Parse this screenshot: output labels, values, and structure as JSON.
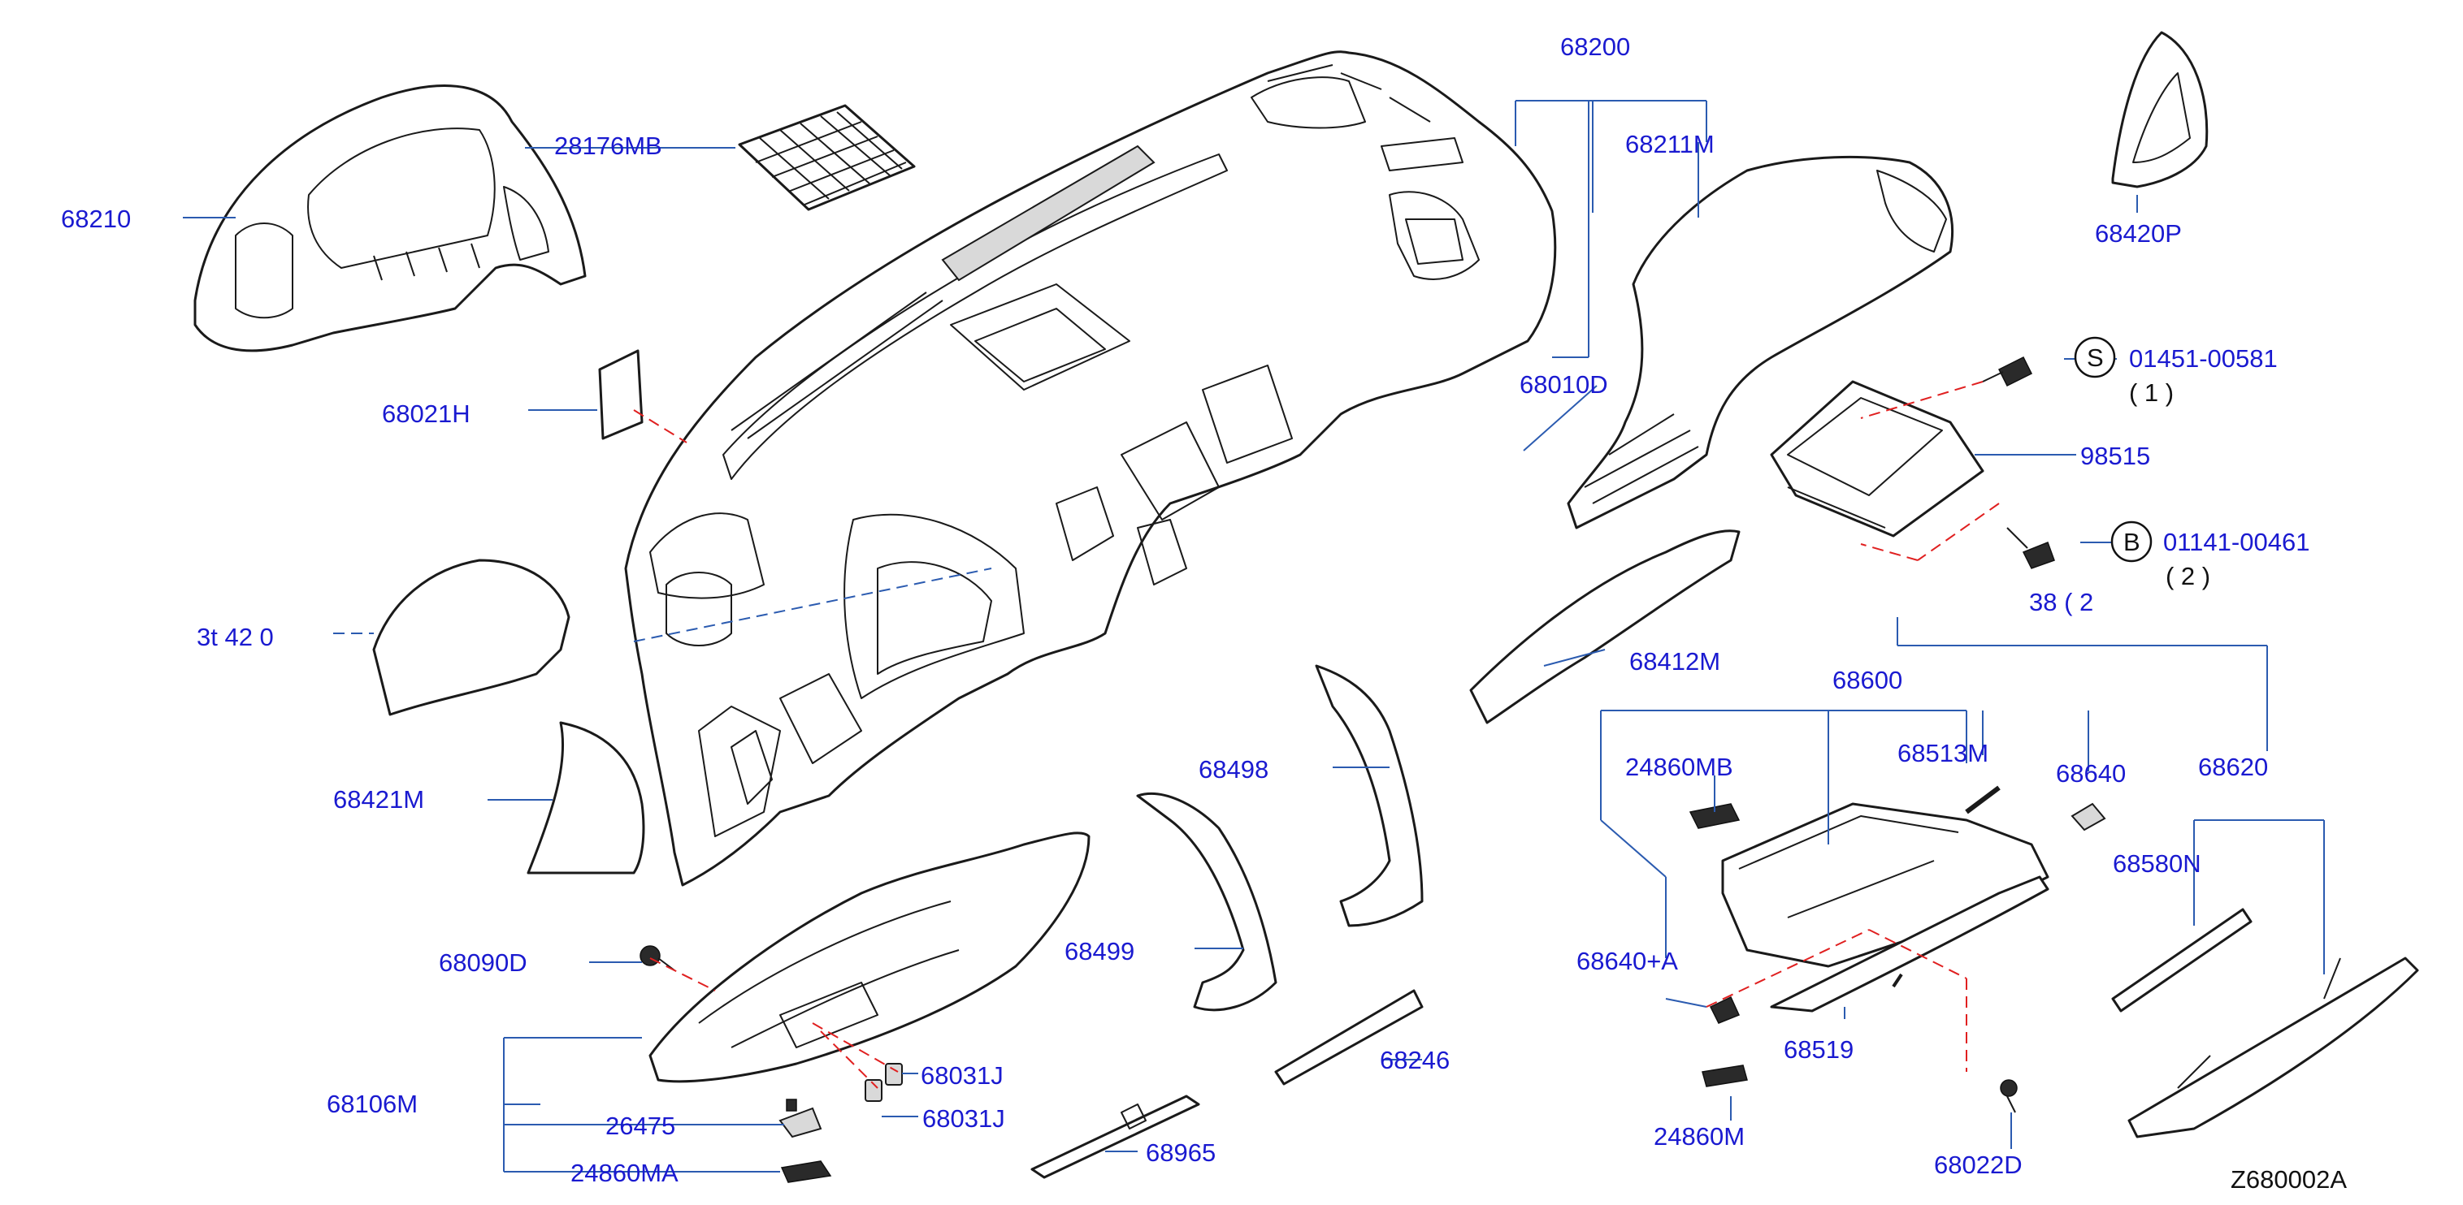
{
  "diagram_id": "Z680002A",
  "callouts": {
    "c68200": "68200",
    "c68211M": "68211M",
    "c68010D": "68010D",
    "c28176MB": "28176MB",
    "c68210": "68210",
    "c68021H": "68021H",
    "c68420P": "68420P",
    "c01451": "01451-00581",
    "c01451_qty": "( 1 )",
    "c98515": "98515",
    "c01141": "01141-00461",
    "c01141_qty": "( 2 )",
    "c68412M": "68412M",
    "c68600": "68600",
    "c24860MB": "24860MB",
    "c68513M": "68513M",
    "c68640": "68640",
    "c68620": "68620",
    "c68580N": "68580N",
    "c68640A": "68640+A",
    "c68519": "68519",
    "c24860M": "24860M",
    "c68022D": "68022D",
    "c68421M": "68421M",
    "c68498": "68498",
    "c68499": "68499",
    "c68090D": "68090D",
    "c68106M": "68106M",
    "c26475": "26475",
    "c24860MA": "24860MA",
    "c68031J_a": "68031J",
    "c68031J_b": "68031J",
    "c68246": "68246",
    "c68965": "68965",
    "c68420_partial": "3t 42 0",
    "c68_partial": "38 ( 2"
  },
  "markers": {
    "s": "S",
    "b": "B"
  },
  "colors": {
    "label": "#1a1ad0",
    "leader": "#2b5bb0",
    "dashed": "#e02020"
  }
}
